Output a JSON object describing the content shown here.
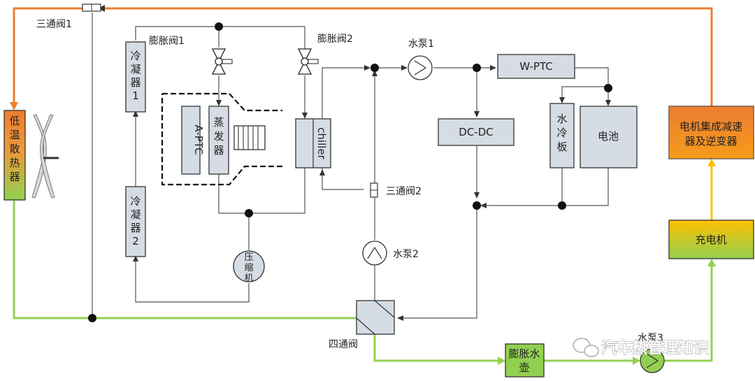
{
  "labels": {
    "three_way_valve_1": "三通阀1",
    "expansion_valve_1": "膨胀阀1",
    "expansion_valve_2": "膨胀阀2",
    "water_pump_1": "水泵1",
    "water_pump_2": "水泵2",
    "water_pump_3": "水泵3",
    "three_way_valve_2": "三通阀2",
    "four_way_valve": "四通阀"
  },
  "components": {
    "low_temp_radiator": "低温散热器",
    "condenser_1": "冷凝器1",
    "condenser_2": "冷凝器2",
    "a_ptc": "A-PTC",
    "evaporator": "蒸发器",
    "chiller": "chiller",
    "compressor": "压缩机",
    "dc_dc": "DC-DC",
    "w_ptc": "W-PTC",
    "water_cold_plate": "水冷板",
    "battery": "电池",
    "motor_unit": "电机集成减速器及逆变器",
    "charger": "充电机",
    "expansion_tank": "膨胀水壶"
  },
  "watermark": "汽车热管理知识",
  "colors": {
    "orange": "#ed7d31",
    "green": "#92d050",
    "yellow": "#ffc000",
    "component_fill": "#d6dce4"
  }
}
